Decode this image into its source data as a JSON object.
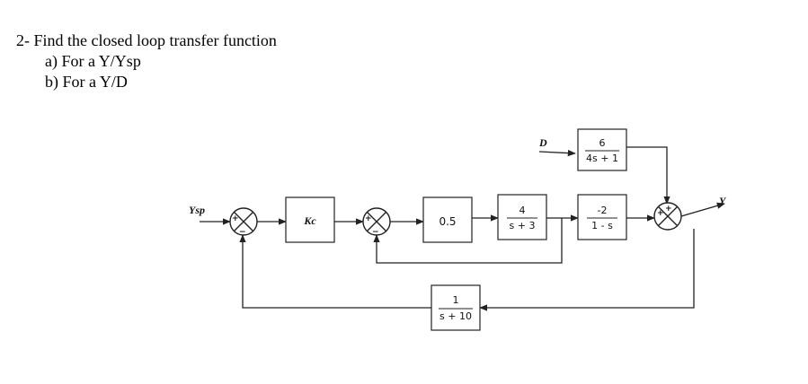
{
  "question": {
    "title": "2-  Find the closed loop transfer function",
    "part_a": "a)   For a Y/Ysp",
    "part_b": "b)   For a Y/D"
  },
  "diagram": {
    "input_label": "Ysp",
    "output_label": "Y",
    "disturbance_label": "D",
    "blocks": {
      "controller": "Kc",
      "gain": "0.5",
      "process_num": "4",
      "process_den": "s + 3",
      "disturbance_num": "6",
      "disturbance_den": "4s + 1",
      "plant2_num": "-2",
      "plant2_den": "1 - s",
      "feedback_num": "1",
      "feedback_den": "s + 10"
    },
    "signs": {
      "sum1_top": "+",
      "sum1_bottom": "−",
      "sum2_top": "+",
      "sum2_bottom": "−",
      "sum3_left": "+",
      "sum3_top": "+"
    }
  }
}
